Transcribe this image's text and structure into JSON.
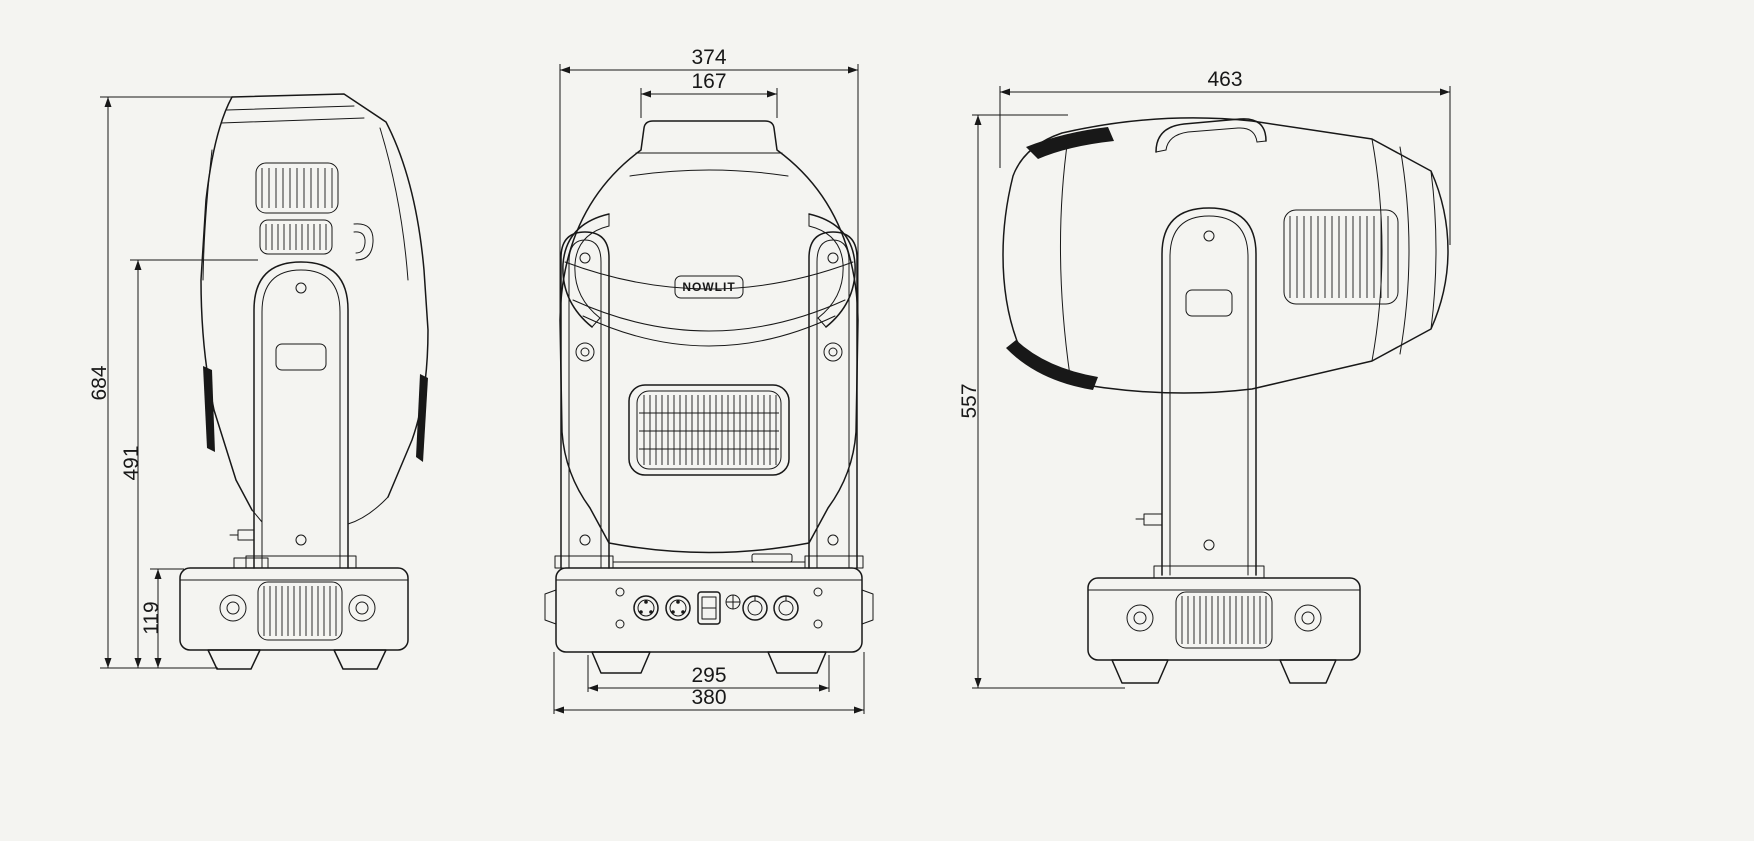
{
  "page": {
    "background_color": "#f4f4f1",
    "line_color": "#181818",
    "description": "Technical dimension drawing of a moving head stage light, three orthographic views"
  },
  "brand": {
    "logo": "NOWLIT"
  },
  "views": {
    "left": {
      "name": "left-side-view",
      "dims": {
        "total_height": "684",
        "upper_height": "491",
        "base_height": "119"
      }
    },
    "front": {
      "name": "front-view",
      "dims": {
        "head_width": "374",
        "top_width": "167",
        "base_inner_width": "295",
        "base_width": "380"
      }
    },
    "right": {
      "name": "right-side-view",
      "dims": {
        "length": "463",
        "height": "557"
      }
    }
  }
}
